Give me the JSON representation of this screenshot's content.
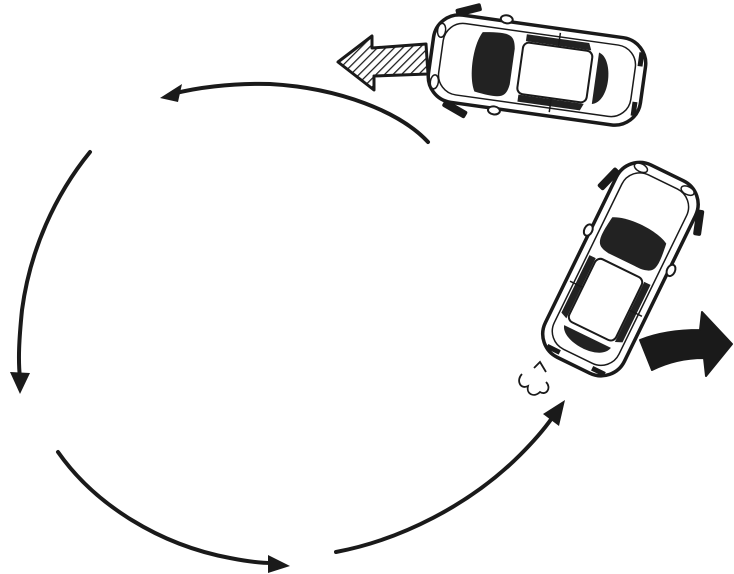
{
  "diagram": {
    "subject": "car-turning-maneuver",
    "colors": {
      "ink": "#1a1a1a",
      "background": "#ffffff",
      "glass": "#222222"
    },
    "arrows": [
      {
        "id": "arc-top",
        "direction": "counter-clockwise"
      },
      {
        "id": "arc-left",
        "direction": "counter-clockwise"
      },
      {
        "id": "arc-bottom",
        "direction": "counter-clockwise"
      },
      {
        "id": "arc-right",
        "direction": "counter-clockwise"
      }
    ],
    "cars": [
      {
        "id": "car-top",
        "motion": "moving-left",
        "arrow_style": "hatched"
      },
      {
        "id": "car-right",
        "motion": "turning-right",
        "arrow_style": "solid"
      }
    ]
  }
}
